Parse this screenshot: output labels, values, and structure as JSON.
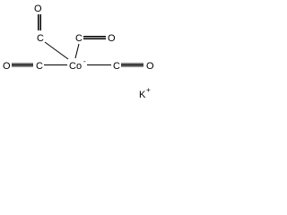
{
  "structure": {
    "center_atom": "Co",
    "center_charge": "-",
    "ligand_carbon": "C",
    "ligand_oxygen": "O",
    "counter_ion": "K",
    "counter_ion_charge": "+"
  }
}
